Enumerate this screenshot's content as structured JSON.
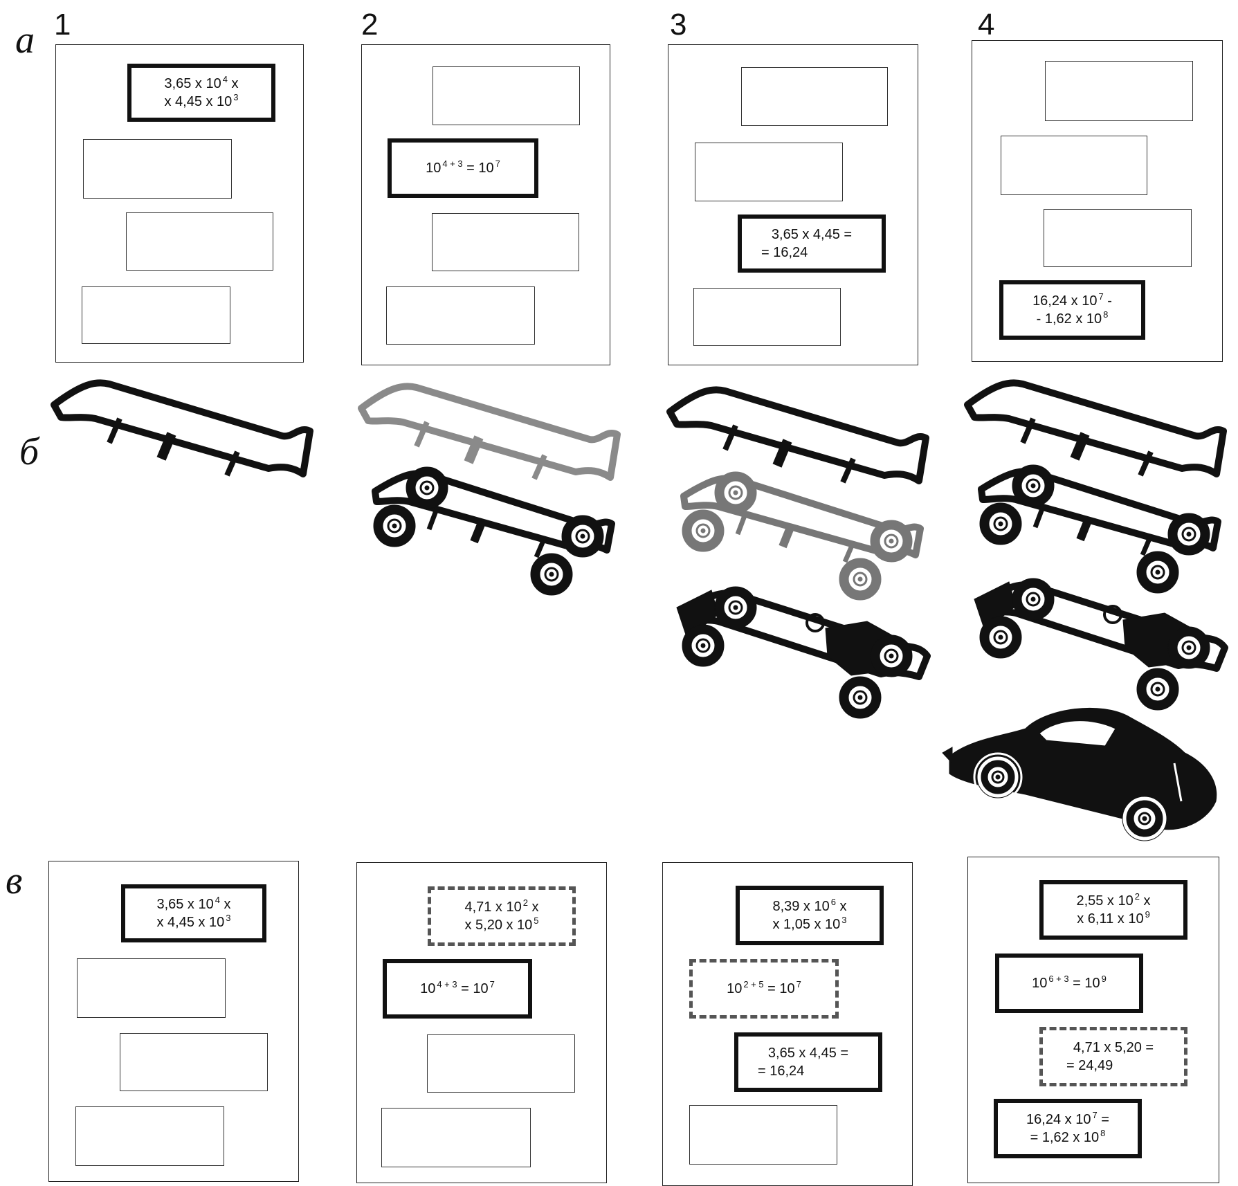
{
  "row_labels": {
    "a": "а",
    "b": "б",
    "c": "в"
  },
  "columns": [
    "1",
    "2",
    "3",
    "4"
  ],
  "row_a": {
    "col1": {
      "line1": "3,65 x 10",
      "exp1": "4",
      "tail1": " x",
      "line2": "x 4,45 x 10",
      "exp2": "3"
    },
    "col2": {
      "base": "10",
      "exp_base": "4 + 3",
      "eq": " = 10",
      "exp_res": "7"
    },
    "col3": {
      "line1": "3,65 x 4,45 =",
      "line2": "= 16,24"
    },
    "col4": {
      "line1": "16,24 x 10",
      "exp1": "7",
      "tail1": " -",
      "line2": "- 1,62 x 10",
      "exp2": "8"
    }
  },
  "row_c": {
    "col1": {
      "line1": "3,65 x 10",
      "exp1": "4",
      "tail1": " x",
      "line2": "x 4,45 x 10",
      "exp2": "3"
    },
    "col2_top": {
      "line1": "4,71 x 10",
      "exp1": "2",
      "tail1": " x",
      "line2": "x 5,20 x 10",
      "exp2": "5"
    },
    "col2_mid": {
      "base": "10",
      "exp_base": "4 + 3",
      "eq": " = 10",
      "exp_res": "7"
    },
    "col3_top": {
      "line1": "8,39 x 10",
      "exp1": "6",
      "tail1": " x",
      "line2": "x 1,05 x 10",
      "exp2": "3"
    },
    "col3_mid": {
      "base": "10",
      "exp_base": "2 + 5",
      "eq": " = 10",
      "exp_res": "7"
    },
    "col3_low": {
      "line1": "3,65 x 4,45 =",
      "line2": "= 16,24"
    },
    "col4_top": {
      "line1": "2,55 x 10",
      "exp1": "2",
      "tail1": " x",
      "line2": "x 6,11 x 10",
      "exp2": "9"
    },
    "col4_mid": {
      "base": "10",
      "exp_base": "6 + 3",
      "eq": " = 10",
      "exp_res": "9"
    },
    "col4_low": {
      "line1": "4,71 x 5,20 =",
      "line2": "= 24,49"
    },
    "col4_bot": {
      "line1": "16,24 x 10",
      "exp1": "7",
      "tail1": " =",
      "line2": "= 1,62 x 10",
      "exp2": "8"
    }
  },
  "row_b": {
    "stages": [
      "frame",
      "frame-gray",
      "chassis",
      "frame",
      "chassis-gray",
      "engine-chassis",
      "frame",
      "chassis",
      "engine-chassis",
      "finished-car"
    ]
  },
  "colors": {
    "ink": "#111111",
    "gray": "#8a8a8a",
    "paper": "#ffffff"
  }
}
